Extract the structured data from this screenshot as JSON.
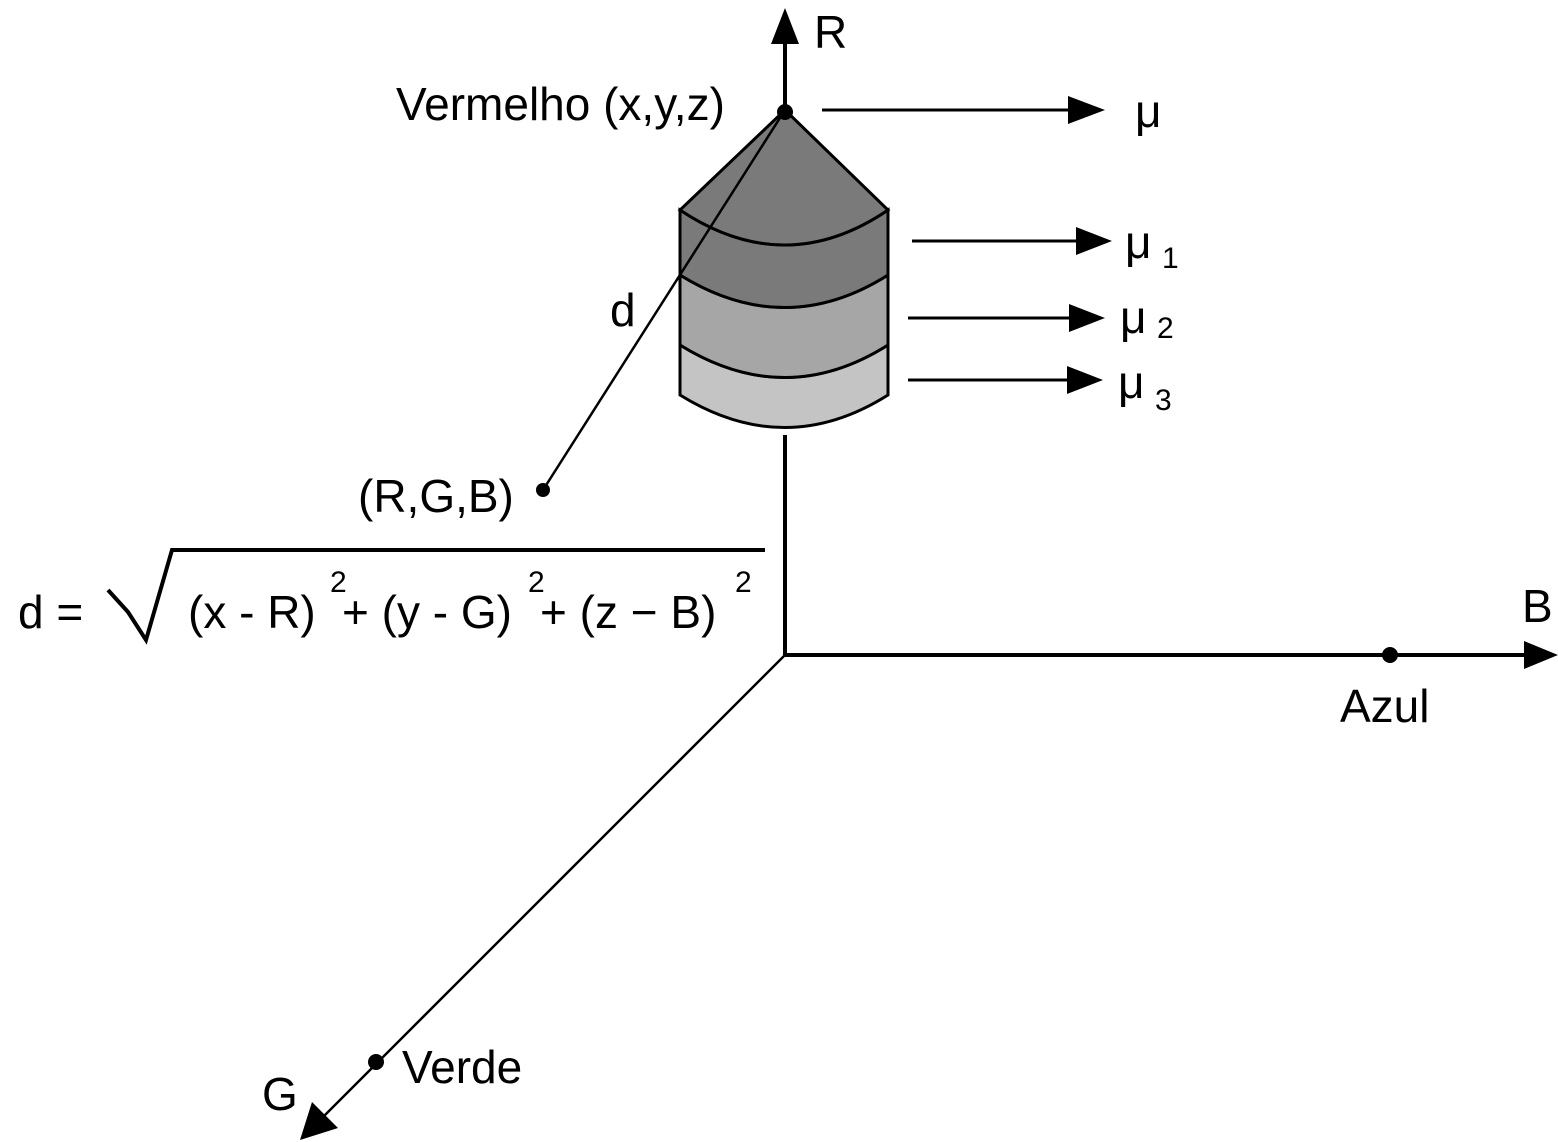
{
  "axes": {
    "r_label": "R",
    "b_label": "B",
    "g_label": "G"
  },
  "points": {
    "vermelho": "Vermelho (x,y,z)",
    "azul": "Azul",
    "verde": "Verde",
    "rgb": "(R,G,B)"
  },
  "distance_label": "d",
  "mu": {
    "symbol": "μ",
    "sub1": "1",
    "sub2": "2",
    "sub3": "3"
  },
  "formula": {
    "lhs": "d =",
    "term1": "(x - R)",
    "term2": "+ (y - G)",
    "term3": "+ (z − B)",
    "exponent": "2"
  },
  "colors": {
    "line": "#000000",
    "cone": "#7a7a7a",
    "band1": "#7a7a7a",
    "band2": "#a6a6a6",
    "band3": "#c4c4c4"
  }
}
